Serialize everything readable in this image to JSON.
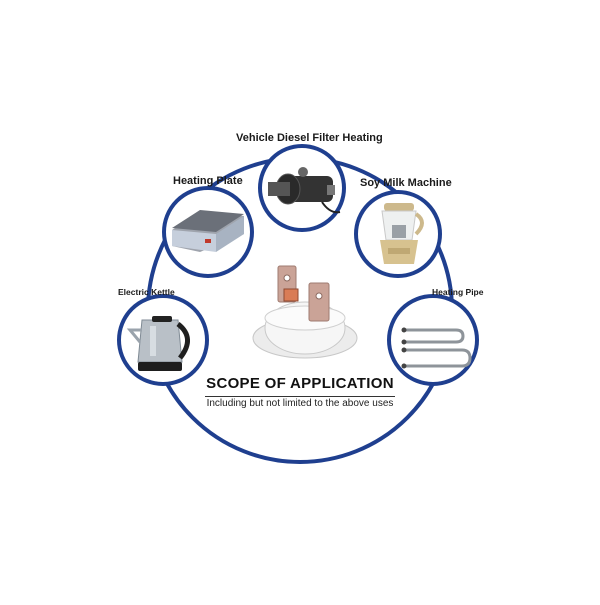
{
  "diagram": {
    "title": "SCOPE OF APPLICATION",
    "subtitle": "Including but not limited to the above uses",
    "center": {
      "icon": "thermostat-switch-icon"
    },
    "accent_color": "#1f3f8f",
    "applications": [
      {
        "label": "Vehicle Diesel Filter Heating",
        "icon": "diesel-filter-heater-icon"
      },
      {
        "label": "Heating Plate",
        "icon": "heating-plate-icon"
      },
      {
        "label": "Soy Milk Machine",
        "icon": "soy-milk-machine-icon"
      },
      {
        "label": "Electric Kettle",
        "icon": "electric-kettle-icon"
      },
      {
        "label": "Heating Pipe",
        "icon": "heating-pipe-icon"
      }
    ]
  }
}
